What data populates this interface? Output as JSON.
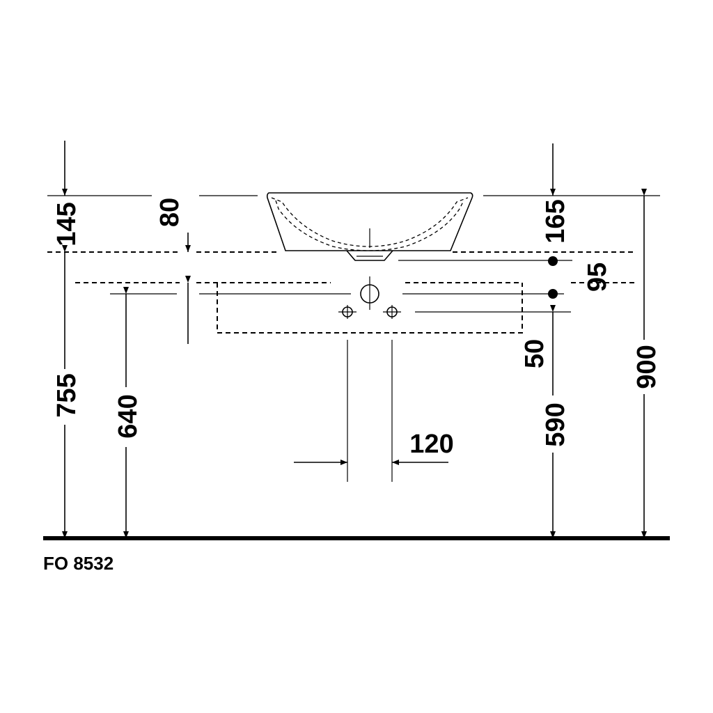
{
  "drawing": {
    "reference": "FO 8532",
    "dimensions": {
      "d145": "145",
      "d80": "80",
      "d165": "165",
      "d95": "95",
      "d50": "50",
      "d900": "900",
      "d755": "755",
      "d640": "640",
      "d590": "590",
      "d120": "120"
    }
  }
}
